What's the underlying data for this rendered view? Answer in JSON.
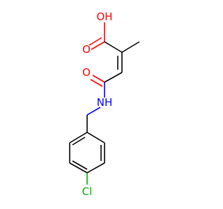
{
  "colors": {
    "carbon_bond": "#000000",
    "oxygen": "#ff0000",
    "nitrogen": "#0000ff",
    "chlorine": "#00aa00",
    "background": "#ffffff"
  },
  "atoms": {
    "hydroxyl": "OH",
    "acid_carbonyl_o": "O",
    "amide_carbonyl_o": "O",
    "amide_nh": "NH",
    "chlorine": "Cl"
  }
}
